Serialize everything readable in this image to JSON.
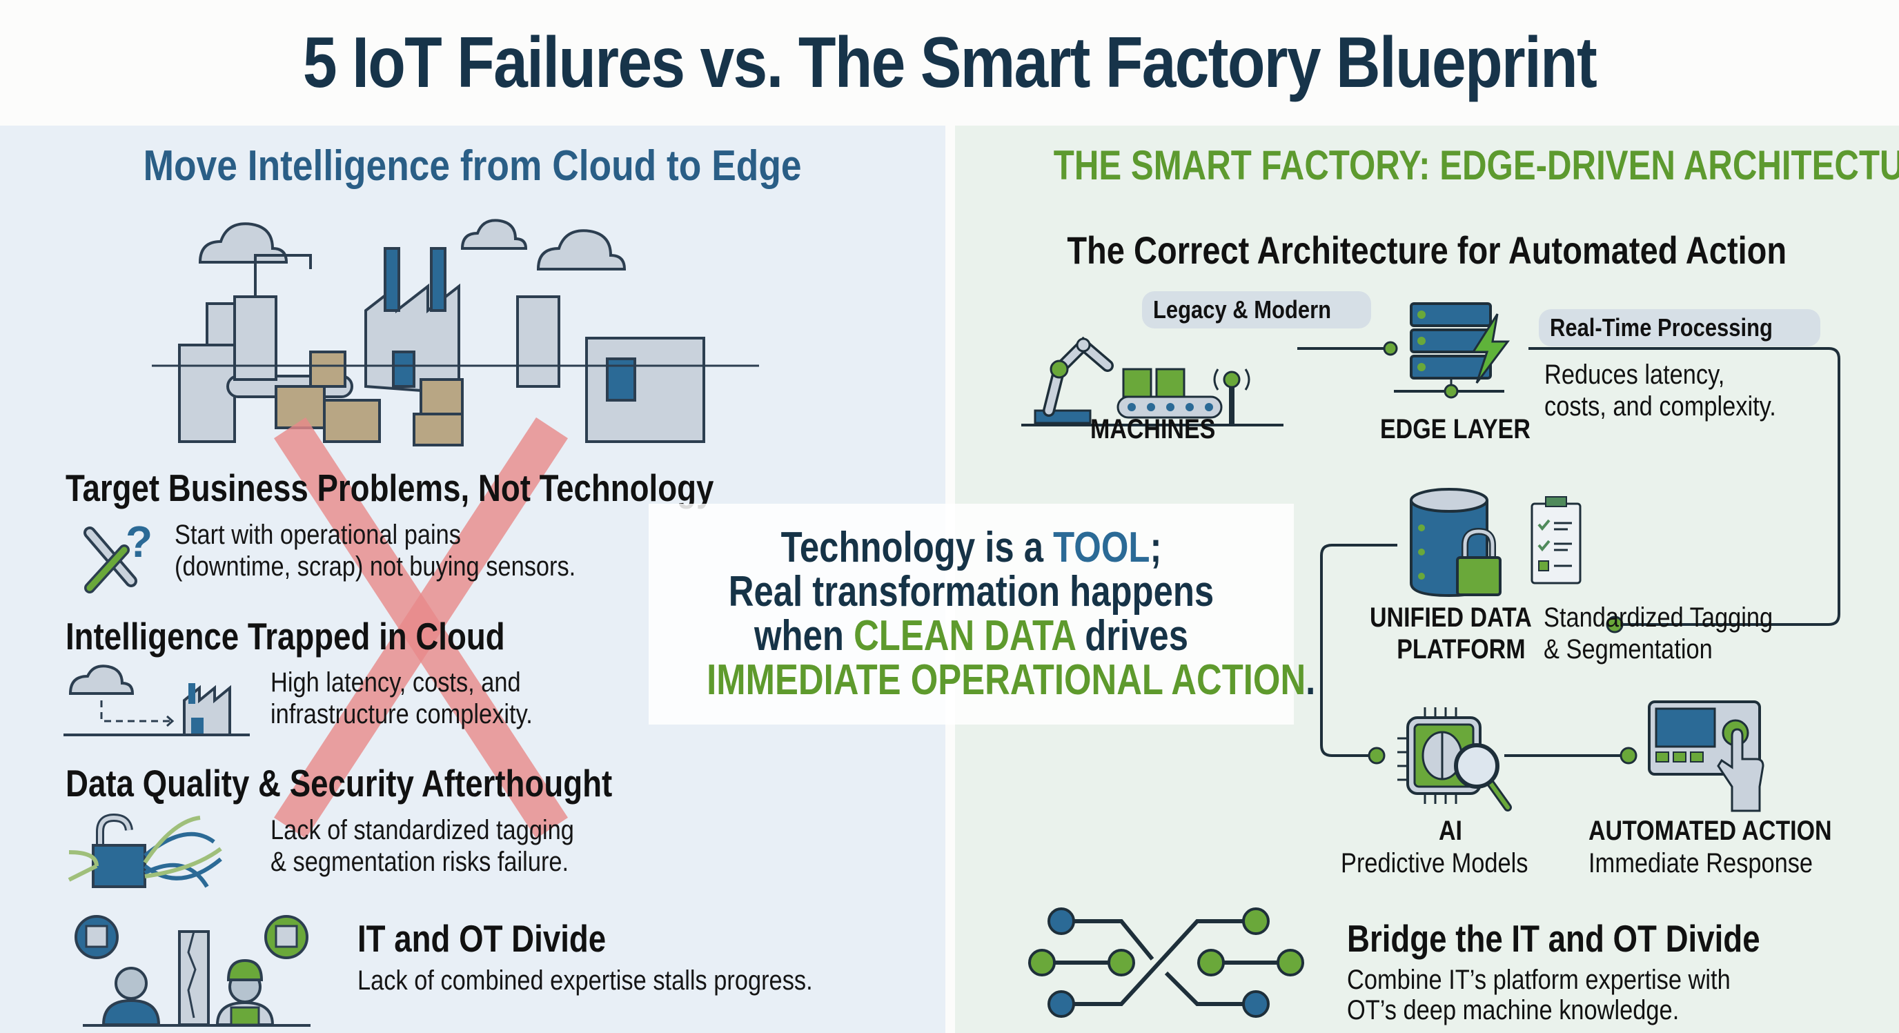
{
  "title": "5 IoT Failures vs. The Smart Factory Blueprint",
  "left_panel": {
    "heading": "Move Intelligence from Cloud to Edge",
    "illustration": "factory-illustration-crossed-out",
    "failures": [
      {
        "title": "Target Business Problems, Not Technology",
        "text_line1": "Start with operational pains",
        "text_line2": "(downtime, scrap) not buying sensors.",
        "icon": "wrench-question-icon"
      },
      {
        "title": "Intelligence Trapped in Cloud",
        "text_line1": "High latency, costs, and",
        "text_line2": "infrastructure complexity.",
        "icon": "cloud-to-factory-icon"
      },
      {
        "title": "Data Quality & Security Afterthought",
        "text_line1": "Lack of standardized tagging",
        "text_line2": "& segmentation risks failure.",
        "icon": "broken-lock-tangled-wires-icon"
      },
      {
        "title": "IT and OT Divide",
        "text_line1": "Lack of combined expertise stalls progress.",
        "icon": "divided-workers-icon"
      }
    ]
  },
  "callout": {
    "line1_a": "Technology is a ",
    "line1_b": "TOOL",
    "line1_c": ";",
    "line2": "Real transformation happens",
    "line3_a": "when ",
    "line3_b": "CLEAN DATA",
    "line3_c": " drives",
    "line4_a": "IMMEDIATE OPERATIONAL ACTION",
    "line4_b": "."
  },
  "right_panel": {
    "heading": "THE SMART FACTORY: EDGE-DRIVEN ARCHITECTURE",
    "subheading": "The Correct Architecture for Automated Action",
    "nodes": {
      "machines": {
        "label": "MACHINES",
        "tag": "Legacy & Modern",
        "icon": "robot-arm-conveyor-icon"
      },
      "edge": {
        "label": "EDGE LAYER",
        "tag": "Real-Time Processing",
        "desc_line1": "Reduces latency,",
        "desc_line2": "costs, and complexity.",
        "icon": "server-lightning-icon"
      },
      "platform": {
        "label_line1": "UNIFIED DATA",
        "label_line2": "PLATFORM",
        "desc_line1": "Standardized Tagging",
        "desc_line2": "& Segmentation",
        "icon": "database-lock-icon"
      },
      "ai": {
        "label": "AI",
        "desc": "Predictive Models",
        "icon": "brain-chip-magnifier-icon"
      },
      "action": {
        "label": "AUTOMATED ACTION",
        "desc": "Immediate Response",
        "icon": "robot-hand-panel-icon"
      }
    },
    "bridge": {
      "title": "Bridge the IT and OT Divide",
      "text_line1": "Combine IT’s platform expertise with",
      "text_line2": "OT’s deep machine knowledge.",
      "icon": "crossing-circuit-icon"
    }
  },
  "colors": {
    "title": "#17344a",
    "left_heading": "#2a5e86",
    "right_heading": "#5d9a2f",
    "blue": "#2b6a96",
    "green": "#6aa83a",
    "cross": "#e88a8a",
    "left_bg": "#e8eff6",
    "right_bg": "#eaf2ec"
  }
}
